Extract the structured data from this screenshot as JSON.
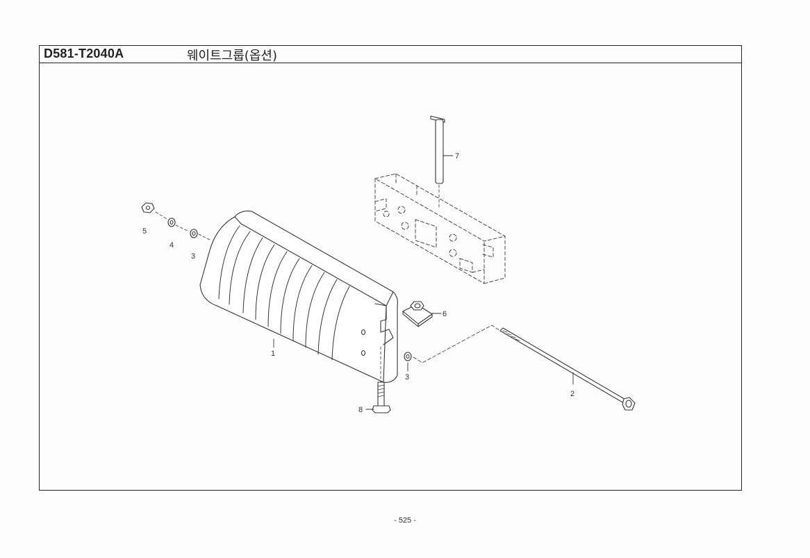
{
  "header": {
    "part_code": "D581-T2040A",
    "title": "웨이트그룹(옵션)"
  },
  "callouts": {
    "c1": "1",
    "c2": "2",
    "c3a": "3",
    "c3b": "3",
    "c4": "4",
    "c5": "5",
    "c6": "6",
    "c7": "7",
    "c8": "8"
  },
  "footer": {
    "page_number": "- 525 -"
  }
}
